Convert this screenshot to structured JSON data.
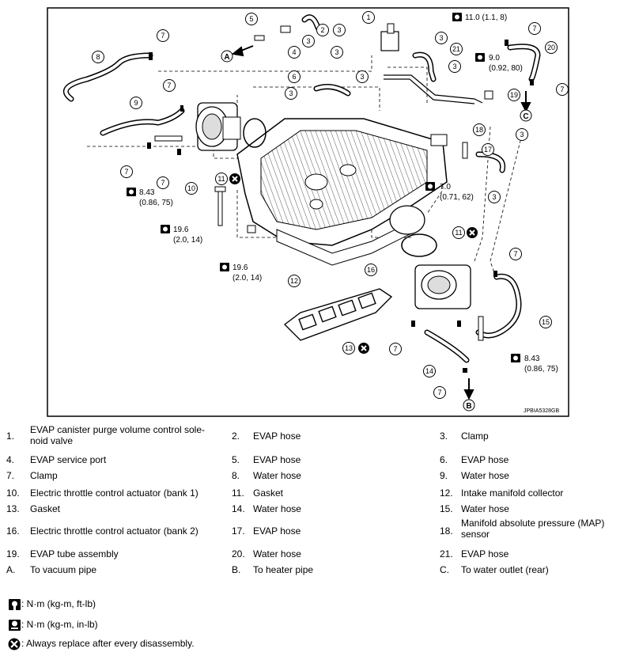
{
  "diagram": {
    "image_code": "JPBIA5328GB",
    "callouts": [
      "1",
      "2",
      "3",
      "4",
      "5",
      "6",
      "7",
      "8",
      "9",
      "10",
      "11",
      "12",
      "13",
      "14",
      "15",
      "16",
      "17",
      "18",
      "19",
      "20",
      "21"
    ],
    "letters": [
      "A",
      "B",
      "C"
    ],
    "torques": {
      "t_11": "11.0 (1.1, 8)",
      "t_9a": "9.0",
      "t_9b": "(0.92, 80)",
      "t_843a_1": "8.43",
      "t_843a_2": "(0.86, 75)",
      "t_70a": "7.0",
      "t_70b": "(0.71, 62)",
      "t_196a_1": "19.6",
      "t_196a_2": "(2.0, 14)",
      "t_196b_1": "19.6",
      "t_196b_2": "(2.0, 14)",
      "t_843b_1": "8.43",
      "t_843b_2": "(0.86, 75)"
    }
  },
  "legend": {
    "items": [
      {
        "num": "1.",
        "text": "EVAP canister purge volume control sole-noid valve"
      },
      {
        "num": "2.",
        "text": "EVAP hose"
      },
      {
        "num": "3.",
        "text": "Clamp"
      },
      {
        "num": "4.",
        "text": "EVAP service port"
      },
      {
        "num": "5.",
        "text": "EVAP hose"
      },
      {
        "num": "6.",
        "text": "EVAP hose"
      },
      {
        "num": "7.",
        "text": "Clamp"
      },
      {
        "num": "8.",
        "text": "Water hose"
      },
      {
        "num": "9.",
        "text": "Water hose"
      },
      {
        "num": "10.",
        "text": "Electric throttle control actuator (bank 1)"
      },
      {
        "num": "11.",
        "text": "Gasket"
      },
      {
        "num": "12.",
        "text": "Intake manifold collector"
      },
      {
        "num": "13.",
        "text": "Gasket"
      },
      {
        "num": "14.",
        "text": "Water hose"
      },
      {
        "num": "15.",
        "text": "Water hose"
      },
      {
        "num": "16.",
        "text": "Electric throttle control actuator (bank 2)"
      },
      {
        "num": "17.",
        "text": "EVAP hose"
      },
      {
        "num": "18.",
        "text": "Manifold absolute pressure (MAP) sensor"
      },
      {
        "num": "19.",
        "text": "EVAP tube assembly"
      },
      {
        "num": "20.",
        "text": "Water hose"
      },
      {
        "num": "21.",
        "text": "EVAP hose"
      },
      {
        "num": "A.",
        "text": "To vacuum pipe"
      },
      {
        "num": "B.",
        "text": "To heater pipe"
      },
      {
        "num": "C.",
        "text": "To water outlet (rear)"
      }
    ],
    "symbols": [
      {
        "icon": "torque-ft-lb-icon",
        "text": ": N·m (kg-m, ft-lb)"
      },
      {
        "icon": "torque-in-lb-icon",
        "text": ": N·m (kg-m, in-lb)"
      },
      {
        "icon": "replace-part-icon",
        "text": ": Always replace after every disassembly."
      }
    ]
  }
}
